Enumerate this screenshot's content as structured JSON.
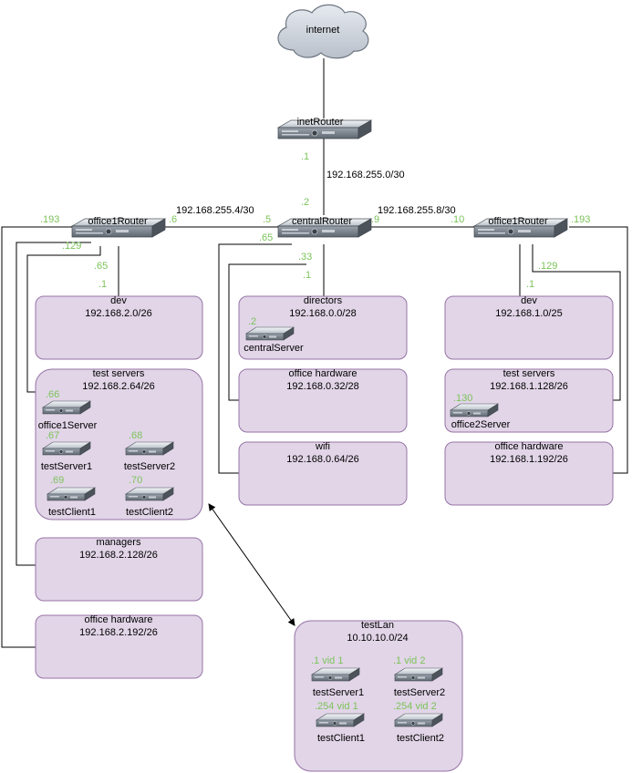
{
  "colors": {
    "zone_fill": "#e1d5e7",
    "zone_border": "#9673a6",
    "ip_suffix": "#7cc35a",
    "cloud": "#d0d6e0"
  },
  "internet": {
    "label": "internet",
    "icon": "cloud-icon"
  },
  "routers": {
    "inet": {
      "label": "inetRouter",
      "icon": "router-icon"
    },
    "central": {
      "label": "centralRouter",
      "icon": "router-icon"
    },
    "office1": {
      "label": "office1Router",
      "icon": "router-icon"
    },
    "office2": {
      "label": "office1Router",
      "icon": "router-icon"
    }
  },
  "links": {
    "inet_central": {
      "network": "192.168.255.0/30",
      "inet_ip": ".1",
      "central_ip": ".2"
    },
    "office1_central": {
      "network": "192.168.255.4/30",
      "office1_ip": ".6",
      "central_ip": ".5"
    },
    "central_office2": {
      "network": "192.168.255.8/30",
      "central_ip": ".9",
      "office2_ip": ".10"
    }
  },
  "interfaces": {
    "office1": {
      "i193": ".193",
      "i129": ".129",
      "i65": ".65",
      "i1": ".1"
    },
    "central": {
      "i65": ".65",
      "i33": ".33",
      "i1": ".1"
    },
    "office2": {
      "i193": ".193",
      "i129": ".129",
      "i1": ".1"
    }
  },
  "zones": {
    "office1_dev": {
      "name": "dev",
      "subnet": "192.168.2.0/26"
    },
    "office1_test": {
      "name": "test servers",
      "subnet": "192.168.2.64/26",
      "hosts": [
        {
          "ip": ".66",
          "label": "office1Server"
        },
        {
          "ip": ".67",
          "label": "testServer1"
        },
        {
          "ip": ".68",
          "label": "testServer2"
        },
        {
          "ip": ".69",
          "label": "testClient1"
        },
        {
          "ip": ".70",
          "label": "testClient2"
        }
      ]
    },
    "office1_managers": {
      "name": "managers",
      "subnet": "192.168.2.128/26"
    },
    "office1_hw": {
      "name": "office hardware",
      "subnet": "192.168.2.192/26"
    },
    "central_directors": {
      "name": "directors",
      "subnet": "192.168.0.0/28",
      "hosts": [
        {
          "ip": ".2",
          "label": "centralServer"
        }
      ]
    },
    "central_hw": {
      "name": "office hardware",
      "subnet": "192.168.0.32/28"
    },
    "central_wifi": {
      "name": "wifi",
      "subnet": "192.168.0.64/26"
    },
    "office2_dev": {
      "name": "dev",
      "subnet": "192.168.1.0/25"
    },
    "office2_test": {
      "name": "test servers",
      "subnet": "192.168.1.128/26",
      "hosts": [
        {
          "ip": ".130",
          "label": "office2Server"
        }
      ]
    },
    "office2_hw": {
      "name": "office hardware",
      "subnet": "192.168.1.192/26"
    },
    "testlan": {
      "name": "testLan",
      "subnet": "10.10.10.0/24",
      "hosts": [
        {
          "ip": ".1 vid 1",
          "label": "testServer1"
        },
        {
          "ip": ".1 vid 2",
          "label": "testServer2"
        },
        {
          "ip": ".254 vid 1",
          "label": "testClient1"
        },
        {
          "ip": ".254 vid 2",
          "label": "testClient2"
        }
      ]
    }
  },
  "host_icon": "server-icon"
}
